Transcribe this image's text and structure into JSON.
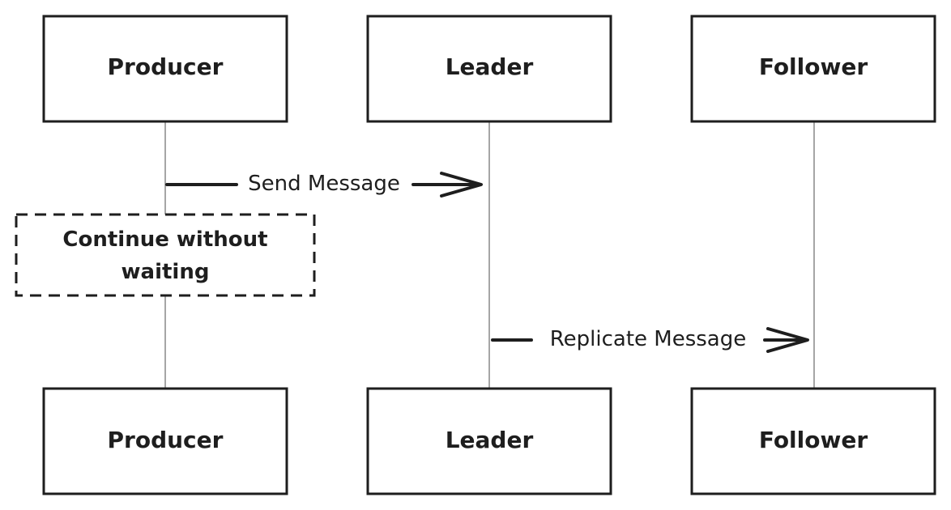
{
  "participants": [
    {
      "id": "producer",
      "label": "Producer"
    },
    {
      "id": "leader",
      "label": "Leader"
    },
    {
      "id": "follower",
      "label": "Follower"
    }
  ],
  "messages": [
    {
      "from": "producer",
      "to": "leader",
      "label": "Send Message"
    },
    {
      "from": "leader",
      "to": "follower",
      "label": "Replicate Message"
    }
  ],
  "note": {
    "over": "producer",
    "lines": [
      "Continue without",
      "waiting"
    ]
  },
  "colors": {
    "stroke": "#1e1e1e",
    "lifeline": "#a6a6a6",
    "background": "#ffffff"
  }
}
